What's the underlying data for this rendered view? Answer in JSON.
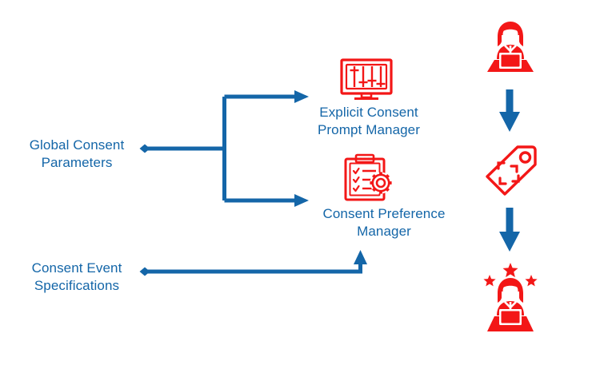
{
  "diagram": {
    "title": "Consent management flow diagram",
    "colors": {
      "blue": "#1466a8",
      "red": "#f31717",
      "red_dark": "#ef3124",
      "background": "#ffffff"
    },
    "inputs": [
      {
        "id": "global-consent-parameters",
        "label": "Global Consent\nParameters"
      },
      {
        "id": "consent-event-specifications",
        "label": "Consent Event\nSpecifications"
      }
    ],
    "components": [
      {
        "id": "explicit-consent-prompt-manager",
        "label": "Explicit Consent\nPrompt Manager",
        "icon": "monitor-sliders-icon"
      },
      {
        "id": "consent-preference-manager",
        "label": "Consent Preference\nManager",
        "icon": "clipboard-checklist-gear-icon"
      }
    ],
    "outcomes": [
      {
        "id": "user-at-desk",
        "icon": "person-laptop-icon",
        "label": ""
      },
      {
        "id": "consent-tag",
        "icon": "tag-scan-icon",
        "label": ""
      },
      {
        "id": "satisfied-user",
        "icon": "person-laptop-stars-icon",
        "label": ""
      }
    ],
    "connectors": [
      {
        "id": "global-params-to-branch",
        "from": "global-consent-parameters",
        "to": "branch",
        "marker_start": "diamond"
      },
      {
        "id": "branch-to-explicit-consent",
        "from": "branch",
        "to": "explicit-consent-prompt-manager",
        "marker_end": "arrow"
      },
      {
        "id": "branch-to-preference-manager",
        "from": "branch",
        "to": "consent-preference-manager",
        "marker_end": "arrow"
      },
      {
        "id": "event-specs-to-preference-manager",
        "from": "consent-event-specifications",
        "to": "consent-preference-manager",
        "marker_start": "diamond",
        "marker_end": "arrow"
      },
      {
        "id": "user-to-tag-arrow",
        "from": "user-at-desk",
        "to": "consent-tag",
        "marker_end": "arrow"
      },
      {
        "id": "tag-to-satisfied-user-arrow",
        "from": "consent-tag",
        "to": "satisfied-user",
        "marker_end": "arrow"
      }
    ]
  }
}
